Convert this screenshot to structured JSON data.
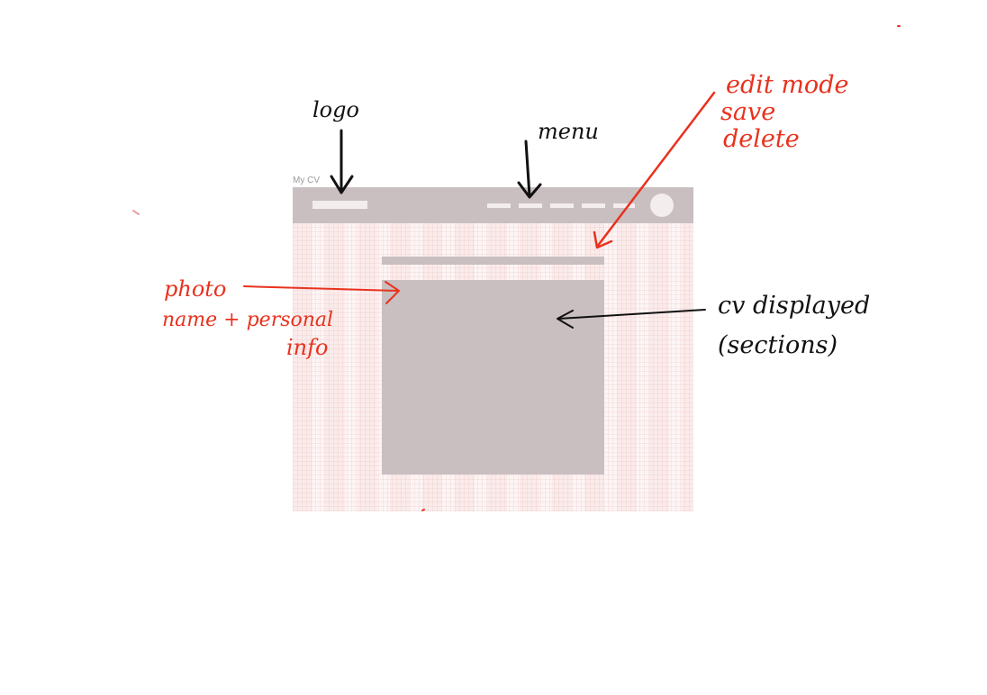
{
  "wireframe": {
    "title": "My CV"
  },
  "annotations": {
    "logo": "logo",
    "menu": "menu",
    "edit_mode": [
      "edit mode",
      "save",
      "delete"
    ],
    "photo": [
      "photo",
      "name + personal",
      "info"
    ],
    "cv_displayed": [
      "cv displayed",
      "(sections)"
    ]
  },
  "colors": {
    "wireframe_block": "#c9bfc0",
    "wireframe_light": "#f3eded",
    "ink_black": "#111111",
    "ink_red": "#e8321e"
  }
}
